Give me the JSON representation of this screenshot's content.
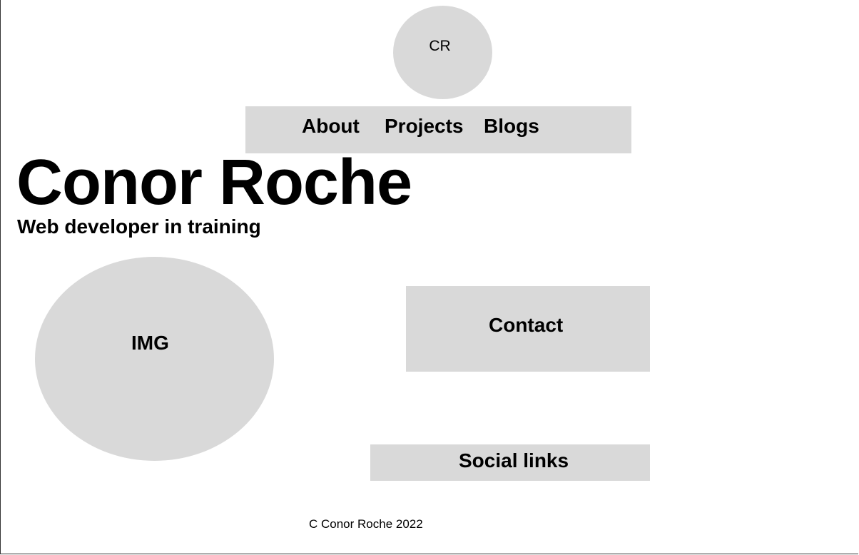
{
  "logo": {
    "initials": "CR"
  },
  "nav": {
    "items": [
      {
        "label": "About"
      },
      {
        "label": "Projects"
      },
      {
        "label": "Blogs"
      }
    ]
  },
  "hero": {
    "name": "Conor Roche",
    "tagline": "Web developer in training"
  },
  "image_placeholder": {
    "label": "IMG"
  },
  "contact": {
    "label": "Contact"
  },
  "social": {
    "label": "Social links"
  },
  "footer": {
    "text": "C Conor Roche 2022"
  },
  "colors": {
    "placeholder_gray": "#d9d9d9",
    "text": "#000000",
    "background": "#ffffff"
  }
}
